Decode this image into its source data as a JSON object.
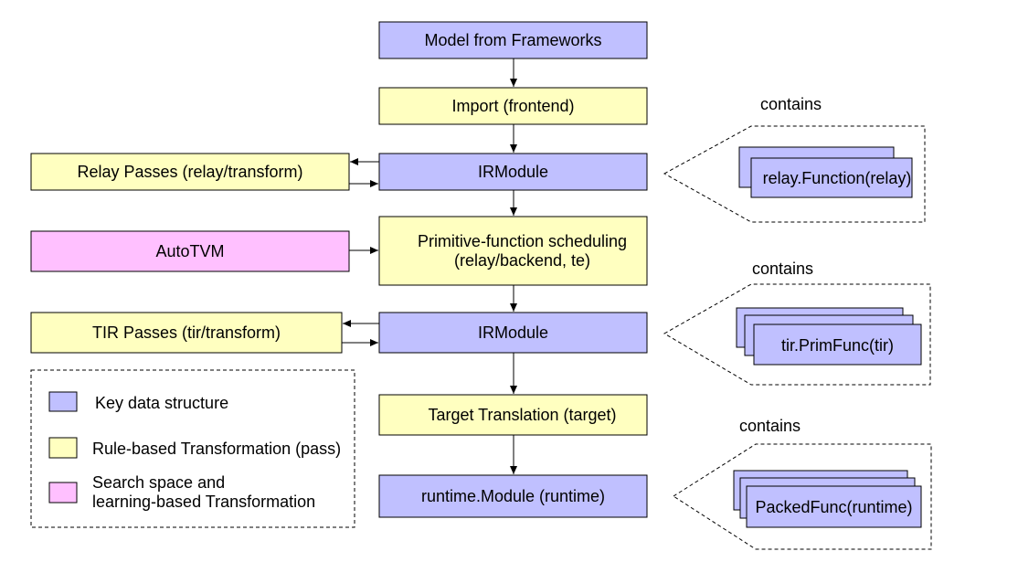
{
  "colors": {
    "key_data_structure": "#c0c0ff",
    "rule_based": "#ffffc0",
    "search_space": "#ffc0ff",
    "border": "#000000"
  },
  "flow": {
    "model": "Model from Frameworks",
    "import": "Import (frontend)",
    "irmodule_relay": "IRModule",
    "scheduling_line1": "Primitive-function scheduling",
    "scheduling_line2": "(relay/backend, te)",
    "irmodule_tir": "IRModule",
    "target": "Target Translation (target)",
    "runtime": "runtime.Module (runtime)"
  },
  "side": {
    "relay_passes": "Relay Passes (relay/transform)",
    "autotvm": "AutoTVM",
    "tir_passes": "TIR Passes (tir/transform)"
  },
  "contains": [
    {
      "label": "contains",
      "item": "relay.Function(relay)"
    },
    {
      "label": "contains",
      "item": "tir.PrimFunc(tir)"
    },
    {
      "label": "contains",
      "item": "PackedFunc(runtime)"
    }
  ],
  "legend": {
    "key": "Key data structure",
    "rule": "Rule-based Transformation (pass)",
    "search_line1": "Search space and",
    "search_line2": "learning-based Transformation"
  }
}
